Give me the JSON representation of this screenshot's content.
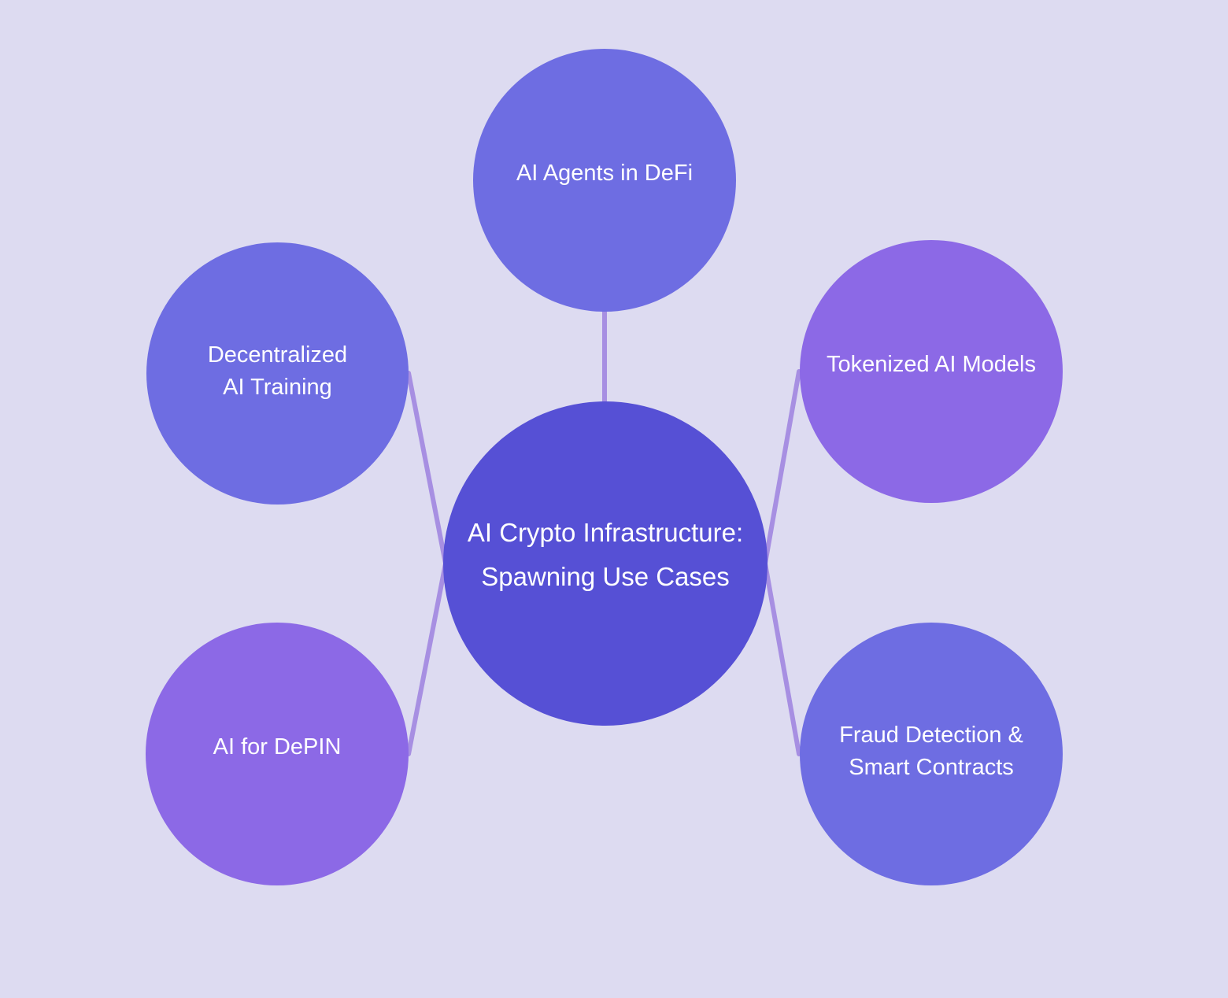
{
  "title": "AI Crypto Infrastructure: Spawning Use Cases",
  "background_color": "#dddbf1",
  "text_color": "#ffffff",
  "connector_color": "#a78fe2",
  "center_node": {
    "color": "#5650d5",
    "lines": [
      "AI Crypto Infrastructure:",
      "Spawning Use Cases"
    ]
  },
  "nodes": [
    {
      "id": "ai-agents-in-defi",
      "position": "top",
      "color": "#6e6de2",
      "lines": [
        "AI Agents in DeFi"
      ]
    },
    {
      "id": "decentralized-ai-training",
      "position": "upper-left",
      "color": "#6e6de2",
      "lines": [
        "Decentralized",
        "AI Training"
      ]
    },
    {
      "id": "tokenized-ai-models",
      "position": "upper-right",
      "color": "#8c69e6",
      "lines": [
        "Tokenized AI Models"
      ]
    },
    {
      "id": "ai-for-depin",
      "position": "lower-left",
      "color": "#8c69e6",
      "lines": [
        "AI for DePIN"
      ]
    },
    {
      "id": "fraud-detection-smart-contracts",
      "position": "lower-right",
      "color": "#6e6de2",
      "lines": [
        "Fraud Detection &",
        "Smart Contracts"
      ]
    }
  ],
  "edges": [
    {
      "from": "center",
      "to": "ai-agents-in-defi"
    },
    {
      "from": "center",
      "to": "decentralized-ai-training"
    },
    {
      "from": "center",
      "to": "tokenized-ai-models"
    },
    {
      "from": "center",
      "to": "ai-for-depin"
    },
    {
      "from": "center",
      "to": "fraud-detection-smart-contracts"
    }
  ]
}
